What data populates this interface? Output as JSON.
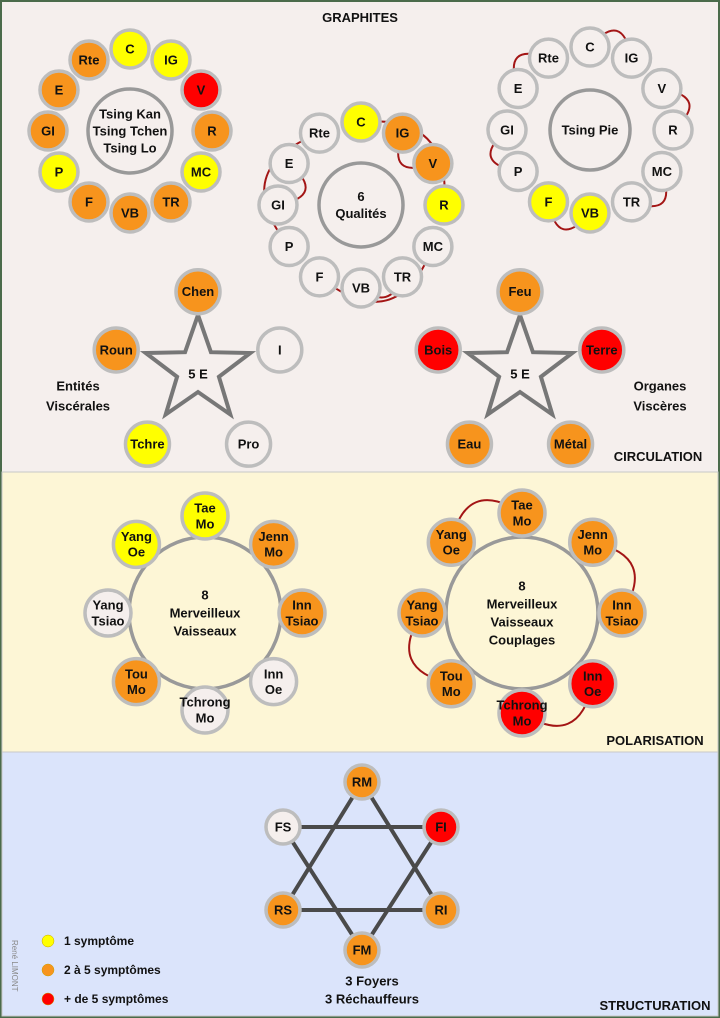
{
  "colors": {
    "level1": "#ffff00",
    "level2": "#f7941d",
    "level3": "#ff0000",
    "none": "#f5efed",
    "ring_stroke": "#bdbdbd",
    "link": "#a31515",
    "panel_graphites": "#f5efed",
    "panel_polarisation": "#fdf6d6",
    "panel_structuration": "#dbe4fb"
  },
  "sections": {
    "graphites": "GRAPHITES",
    "circulation": "CIRCULATION",
    "polarisation": "POLARISATION",
    "structuration": "STRUCTURATION"
  },
  "ring_tsing_kan": {
    "center": [
      "Tsing Kan",
      "Tsing Tchen",
      "Tsing Lo"
    ],
    "nodes": [
      {
        "label": "C",
        "level": 1
      },
      {
        "label": "IG",
        "level": 1
      },
      {
        "label": "V",
        "level": 3
      },
      {
        "label": "R",
        "level": 2
      },
      {
        "label": "MC",
        "level": 1
      },
      {
        "label": "TR",
        "level": 2
      },
      {
        "label": "VB",
        "level": 2
      },
      {
        "label": "F",
        "level": 2
      },
      {
        "label": "P",
        "level": 1
      },
      {
        "label": "GI",
        "level": 2
      },
      {
        "label": "E",
        "level": 2
      },
      {
        "label": "Rte",
        "level": 2
      }
    ]
  },
  "ring_qualites": {
    "center": [
      "6",
      "Qualités"
    ],
    "nodes": [
      {
        "label": "C",
        "level": 1
      },
      {
        "label": "IG",
        "level": 2
      },
      {
        "label": "V",
        "level": 2
      },
      {
        "label": "R",
        "level": 1
      },
      {
        "label": "MC",
        "level": 0
      },
      {
        "label": "TR",
        "level": 0
      },
      {
        "label": "VB",
        "level": 0
      },
      {
        "label": "F",
        "level": 0
      },
      {
        "label": "P",
        "level": 0
      },
      {
        "label": "GI",
        "level": 0
      },
      {
        "label": "E",
        "level": 0
      },
      {
        "label": "Rte",
        "level": 0
      }
    ],
    "couplings": [
      [
        "C",
        "R"
      ],
      [
        "IG",
        "V"
      ],
      [
        "MC",
        "F"
      ],
      [
        "TR",
        "VB"
      ],
      [
        "Rte",
        "P"
      ],
      [
        "E",
        "GI"
      ]
    ]
  },
  "ring_tsing_pie": {
    "center": [
      "Tsing Pie"
    ],
    "nodes": [
      {
        "label": "C",
        "level": 0
      },
      {
        "label": "IG",
        "level": 0
      },
      {
        "label": "V",
        "level": 0
      },
      {
        "label": "R",
        "level": 0
      },
      {
        "label": "MC",
        "level": 0
      },
      {
        "label": "TR",
        "level": 0
      },
      {
        "label": "VB",
        "level": 1
      },
      {
        "label": "F",
        "level": 1
      },
      {
        "label": "P",
        "level": 0
      },
      {
        "label": "GI",
        "level": 0
      },
      {
        "label": "E",
        "level": 0
      },
      {
        "label": "Rte",
        "level": 0
      }
    ],
    "couplings": [
      [
        "C",
        "IG"
      ],
      [
        "V",
        "R"
      ],
      [
        "MC",
        "TR"
      ],
      [
        "VB",
        "F"
      ],
      [
        "P",
        "GI"
      ],
      [
        "E",
        "Rte"
      ]
    ]
  },
  "star_entites": {
    "center": "5 E",
    "caption": [
      "Entités",
      "Viscérales"
    ],
    "nodes": [
      {
        "label": "Chen",
        "level": 2
      },
      {
        "label": "I",
        "level": 0
      },
      {
        "label": "Pro",
        "level": 0
      },
      {
        "label": "Tchre",
        "level": 1
      },
      {
        "label": "Roun",
        "level": 2
      }
    ]
  },
  "star_organes": {
    "center": "5 E",
    "caption": [
      "Organes",
      "Viscères"
    ],
    "nodes": [
      {
        "label": "Feu",
        "level": 2
      },
      {
        "label": "Terre",
        "level": 3
      },
      {
        "label": "Métal",
        "level": 2
      },
      {
        "label": "Eau",
        "level": 2
      },
      {
        "label": "Bois",
        "level": 3
      }
    ]
  },
  "mv_left": {
    "center": [
      "8",
      "Merveilleux",
      "Vaisseaux"
    ],
    "nodes": [
      {
        "label": [
          "Tae",
          "Mo"
        ],
        "level": 1
      },
      {
        "label": [
          "Jenn",
          "Mo"
        ],
        "level": 2
      },
      {
        "label": [
          "Inn",
          "Tsiao"
        ],
        "level": 2
      },
      {
        "label": [
          "Inn",
          "Oe"
        ],
        "level": 0
      },
      {
        "label": [
          "Tchrong",
          "Mo"
        ],
        "level": 0
      },
      {
        "label": [
          "Tou",
          "Mo"
        ],
        "level": 2
      },
      {
        "label": [
          "Yang",
          "Tsiao"
        ],
        "level": 0
      },
      {
        "label": [
          "Yang",
          "Oe"
        ],
        "level": 1
      }
    ]
  },
  "mv_right": {
    "center": [
      "8",
      "Merveilleux",
      "Vaisseaux",
      "Couplages"
    ],
    "nodes": [
      {
        "label": [
          "Tae",
          "Mo"
        ],
        "level": 2
      },
      {
        "label": [
          "Jenn",
          "Mo"
        ],
        "level": 2
      },
      {
        "label": [
          "Inn",
          "Tsiao"
        ],
        "level": 2
      },
      {
        "label": [
          "Inn",
          "Oe"
        ],
        "level": 3
      },
      {
        "label": [
          "Tchrong",
          "Mo"
        ],
        "level": 3
      },
      {
        "label": [
          "Tou",
          "Mo"
        ],
        "level": 2
      },
      {
        "label": [
          "Yang",
          "Tsiao"
        ],
        "level": 2
      },
      {
        "label": [
          "Yang",
          "Oe"
        ],
        "level": 2
      }
    ],
    "couplings": [
      [
        "Yang Oe",
        "Tae Mo"
      ],
      [
        "Jenn Mo",
        "Inn Tsiao"
      ],
      [
        "Inn Oe",
        "Tchrong Mo"
      ],
      [
        "Tou Mo",
        "Yang Tsiao"
      ]
    ]
  },
  "hexagram": {
    "caption": [
      "3 Foyers",
      "3 Réchauffeurs"
    ],
    "nodes": [
      {
        "label": "RM",
        "level": 2
      },
      {
        "label": "FI",
        "level": 3
      },
      {
        "label": "RI",
        "level": 2
      },
      {
        "label": "FM",
        "level": 2
      },
      {
        "label": "RS",
        "level": 2
      },
      {
        "label": "FS",
        "level": 0
      }
    ]
  },
  "legend": [
    {
      "label": "1 symptôme",
      "level": 1
    },
    {
      "label": "2 à 5 symptômes",
      "level": 2
    },
    {
      "label": "+ de 5 symptômes",
      "level": 3
    }
  ],
  "author": "René LIMONT"
}
